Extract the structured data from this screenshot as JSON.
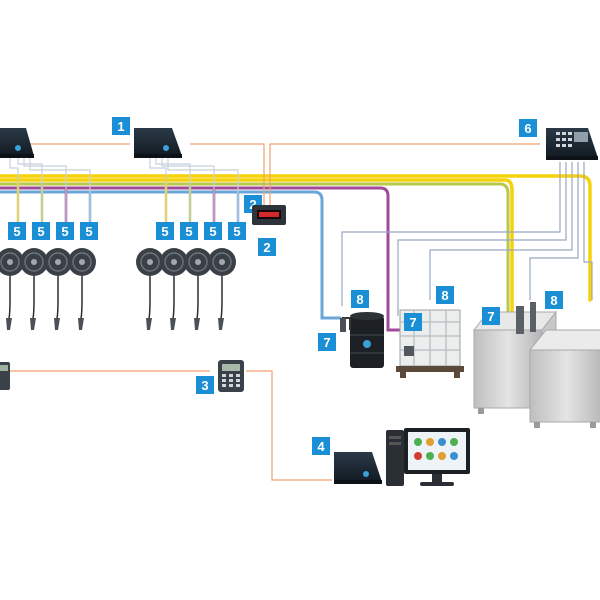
{
  "colors": {
    "badge": "#1b8fd6",
    "badge_text": "#ffffff",
    "line_yellow": "#f5d20a",
    "line_olive": "#b9c84a",
    "line_purple": "#a24a9a",
    "line_blue": "#6aa7d8",
    "line_orange": "#f0a070",
    "line_grey": "#9aa8c0",
    "line_light": "#c7d0de",
    "panel_dark": "#1e2a36",
    "tank_grey": "#d6d6d6",
    "reel_dark": "#3a4046",
    "display_red": "#d22a2a"
  },
  "labels": {
    "controller_left": "1",
    "display_a": "2",
    "display_b": "2",
    "keypad": "3",
    "pc_controller": "4",
    "valve": "5",
    "tank_controller": "6",
    "pump": "7",
    "sensor": "8"
  },
  "icons": {
    "controller": "control-unit-icon",
    "reel": "hose-reel-icon",
    "keypad": "keypad-terminal-icon",
    "display": "digital-display-icon",
    "computer": "desktop-computer-icon",
    "drum": "oil-drum-icon",
    "ibc": "ibc-tote-icon",
    "tank": "storage-tank-icon"
  }
}
